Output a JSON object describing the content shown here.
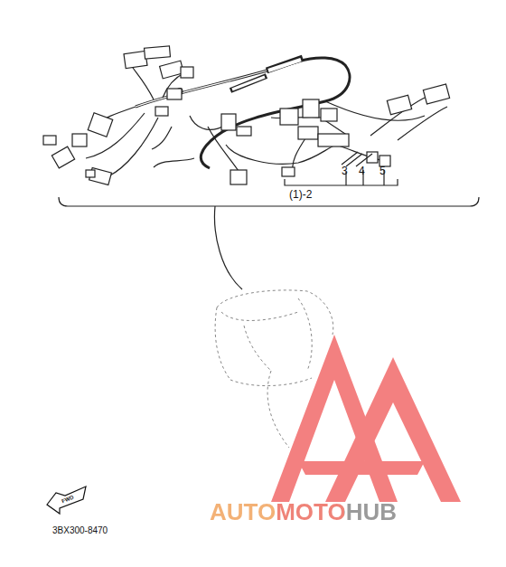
{
  "diagram": {
    "labels": [
      "3",
      "4",
      "5",
      "(1)-2",
      "FWD",
      "3BX300-8470",
      "AUTOMOTOHUB"
    ]
  }
}
